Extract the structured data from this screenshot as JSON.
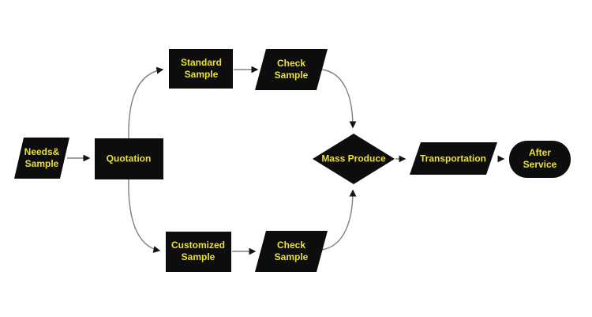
{
  "colors": {
    "background": "#ffffff",
    "node_fill": "#0d0d0d",
    "label_color": "#e9e038",
    "connector_color": "#808080",
    "arrowhead_color": "#141414"
  },
  "diagram": {
    "type": "flowchart",
    "nodes": {
      "needs_sample": {
        "label": "Needs&\nSample",
        "shape": "parallelogram"
      },
      "quotation": {
        "label": "Quotation",
        "shape": "rectangle"
      },
      "standard_sample": {
        "label": "Standard\nSample",
        "shape": "rectangle"
      },
      "check_sample_top": {
        "label": "Check\nSample",
        "shape": "parallelogram"
      },
      "customized_sample": {
        "label": "Customized\nSample",
        "shape": "rectangle"
      },
      "check_sample_bottom": {
        "label": "Check\nSample",
        "shape": "parallelogram"
      },
      "mass_produce": {
        "label": "Mass Produce",
        "shape": "diamond"
      },
      "transportation": {
        "label": "Transportation",
        "shape": "parallelogram"
      },
      "after_service": {
        "label": "After Service",
        "shape": "terminator"
      }
    },
    "edges": [
      {
        "from": "Needs& Sample",
        "to": "Quotation"
      },
      {
        "from": "Quotation",
        "to": "Standard Sample"
      },
      {
        "from": "Quotation",
        "to": "Customized Sample"
      },
      {
        "from": "Standard Sample",
        "to": "Check Sample (top)"
      },
      {
        "from": "Customized Sample",
        "to": "Check Sample (bottom)"
      },
      {
        "from": "Check Sample (top)",
        "to": "Mass Produce"
      },
      {
        "from": "Check Sample (bottom)",
        "to": "Mass Produce"
      },
      {
        "from": "Mass Produce",
        "to": "Transportation"
      },
      {
        "from": "Transportation",
        "to": "After Service"
      }
    ]
  }
}
